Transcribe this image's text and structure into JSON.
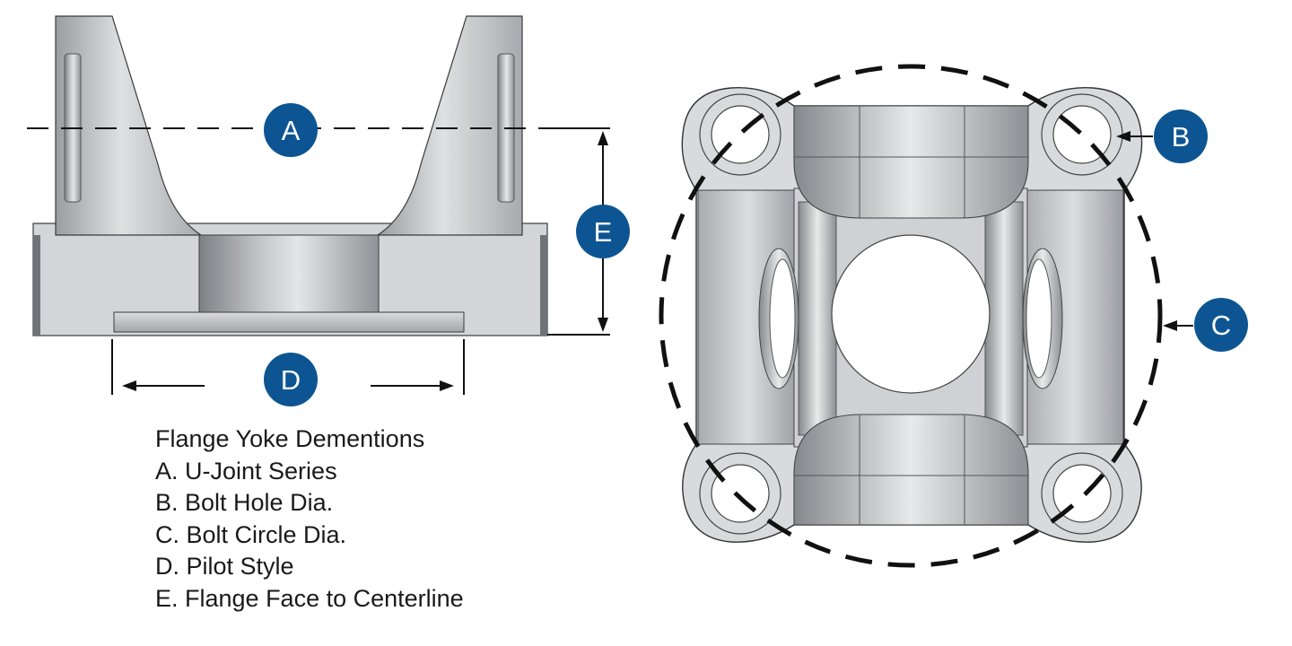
{
  "callouts": {
    "a": "A",
    "b": "B",
    "c": "C",
    "d": "D",
    "e": "E"
  },
  "legend": {
    "title": "Flange Yoke Dementions",
    "items": [
      "A. U-Joint Series",
      "B. Bolt Hole Dia.",
      "C. Bolt Circle Dia.",
      "D. Pilot Style",
      "E. Flange Face to Centerline"
    ]
  },
  "colors": {
    "callout_badge": "#0d5592",
    "metal_light": "#d4d6d9",
    "metal_dark": "#8a8d91",
    "outline": "#2a2a2a",
    "dash_line": "#111111"
  },
  "icons": [
    "arrow-icon"
  ]
}
